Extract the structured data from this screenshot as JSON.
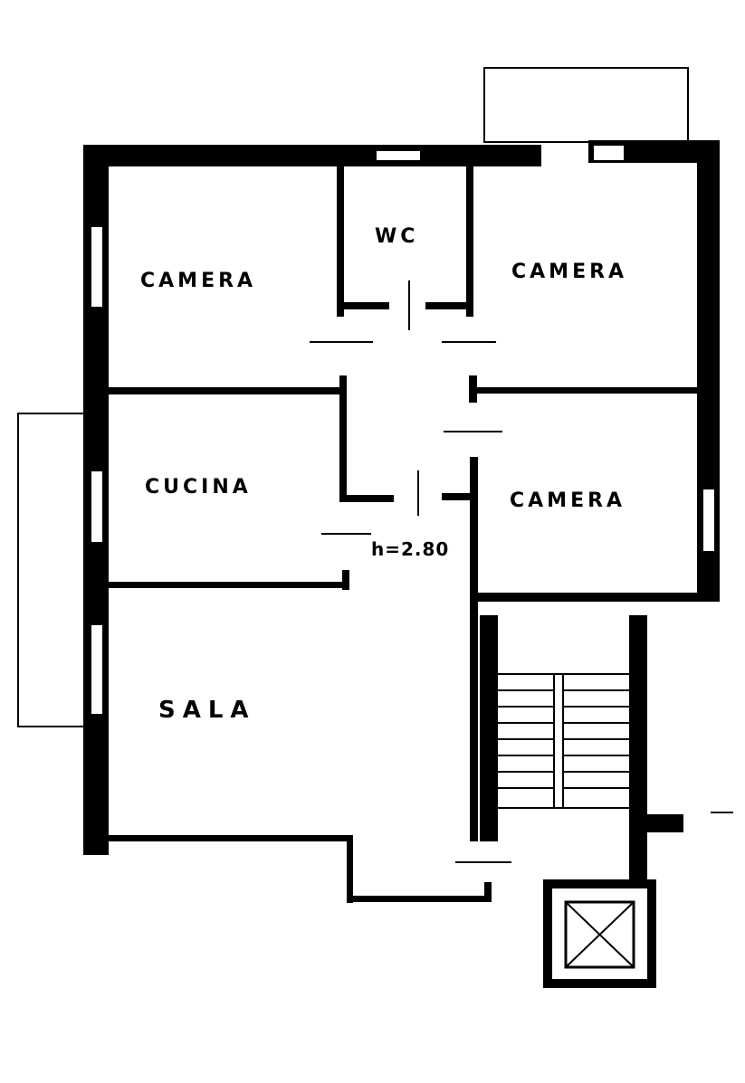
{
  "plan": {
    "rooms": {
      "camera_left": "CAMERA",
      "wc": "WC",
      "camera_right_top": "CAMERA",
      "cucina": "CUCINA",
      "camera_right_mid": "CAMERA",
      "sala": "SALA"
    },
    "height_label": "h=2.80"
  }
}
